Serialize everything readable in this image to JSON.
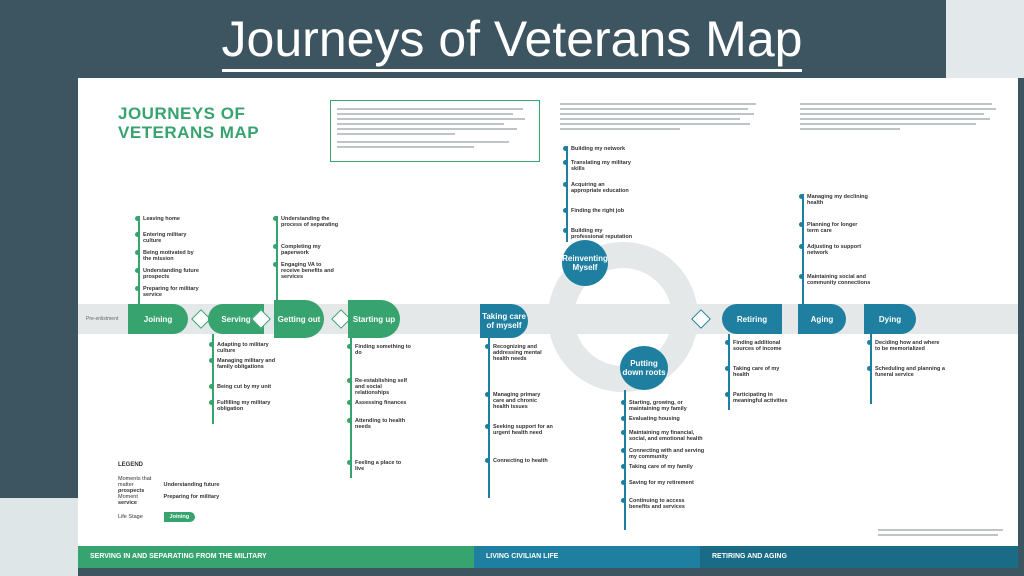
{
  "slide_title": "Journeys of Veterans Map",
  "poster": {
    "title_line1": "JOURNEYS OF",
    "title_line2": "VETERANS MAP"
  },
  "stages": {
    "joining": "Joining",
    "serving": "Serving",
    "getting_out": "Getting out",
    "starting_up": "Starting up",
    "taking_care": "Taking care of myself",
    "reinventing": "Reinventing Myself",
    "putting_down_roots": "Putting down roots",
    "retiring": "Retiring",
    "aging": "Aging",
    "dying": "Dying"
  },
  "items": {
    "leaving_home": "Leaving home",
    "entering_culture": "Entering military culture",
    "being_motivated": "Being motivated by the mission",
    "understanding_prospects": "Understanding future prospects",
    "preparing_service": "Preparing for military service",
    "adapting": "Adapting to military culture",
    "managing_obligations": "Managing military and family obligations",
    "being_cut": "Being cut by my unit",
    "fulfilling": "Fulfilling my military obligation",
    "understanding_process": "Understanding the process of separating",
    "completing_paperwork": "Completing my paperwork",
    "engaging_va": "Engaging VA to receive benefits and services",
    "finding_something": "Finding something to do",
    "re_establishing": "Re-establishing self and social relationships",
    "assessing_finances": "Assessing finances",
    "attending_health": "Attending to health needs",
    "feeling_place": "Feeling a place to live",
    "recognizing_mental": "Recognizing and addressing mental health needs",
    "managing_primary": "Managing primary care and chronic health issues",
    "seeking_support": "Seeking support for an urgent health need",
    "connecting_health": "Connecting to health",
    "building_network": "Building my network",
    "translating_skills": "Translating my military skills",
    "acquiring_education": "Acquiring an appropriate education",
    "finding_job": "Finding the right job",
    "building_reputation": "Building my professional reputation",
    "starting_family": "Starting, growing, or maintaining my family",
    "evaluating_housing": "Evaluating housing",
    "maintaining_wellbeing": "Maintaining my financial, social, and emotional health",
    "connecting_community": "Connecting with and serving my community",
    "taking_care_family": "Taking care of my family",
    "saving_retirement": "Saving for my retirement",
    "continuing_access": "Continuing to access benefits and services",
    "finding_income": "Finding additional sources of income",
    "taking_care_health": "Taking care of my health",
    "participating": "Participating in meaningful activities",
    "managing_declining": "Managing my declining health",
    "planning_longer": "Planning for longer term care",
    "adjusting_support": "Adjusting to support network",
    "maintaining_social": "Maintaining social and community connections",
    "deciding_memorialized": "Deciding how and where to be memorialized",
    "scheduling_funeral": "Scheduling and planning a funeral service"
  },
  "legend": {
    "title": "LEGEND",
    "row1_label": "Moments that matter",
    "row1_value": "Understanding future prospects",
    "row2_label": "Moment",
    "row2_value": "Preparing for military service",
    "row3_label": "Life Stage",
    "row3_value": "Joining"
  },
  "road_label": "Pre-enlistment",
  "bands": {
    "band1": "SERVING IN AND SEPARATING FROM THE MILITARY",
    "band2": "LIVING CIVILIAN LIFE",
    "band3": "RETIRING AND AGING"
  },
  "colors": {
    "background": "#3d5560",
    "green": "#37a36e",
    "teal": "#1f7fa0",
    "road": "#e4e8e9"
  }
}
